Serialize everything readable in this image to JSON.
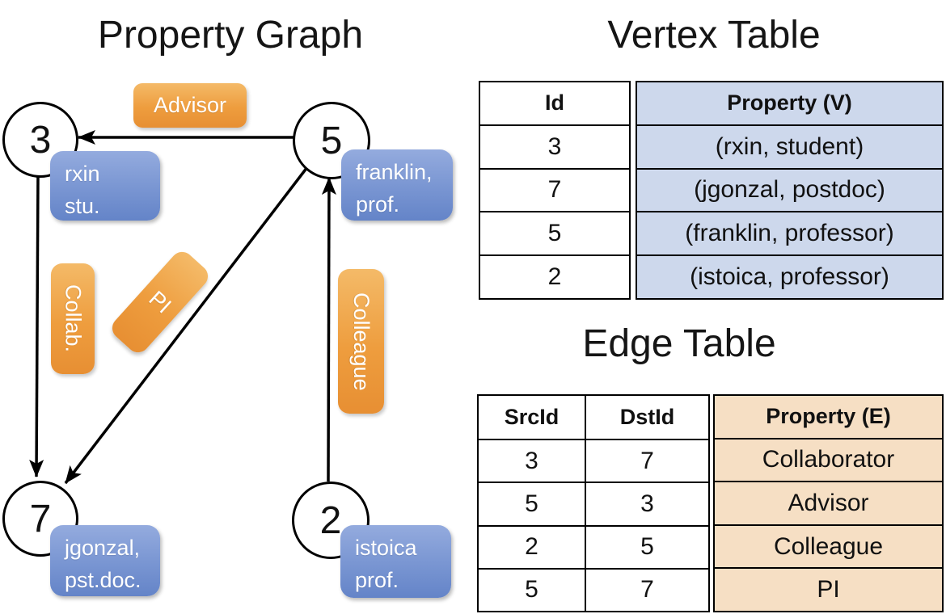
{
  "titles": {
    "graph": "Property Graph",
    "vertex_table": "Vertex Table",
    "edge_table": "Edge Table"
  },
  "graph": {
    "nodes": [
      {
        "id": "3",
        "prop_line1": "rxin",
        "prop_line2": "stu."
      },
      {
        "id": "5",
        "prop_line1": "franklin,",
        "prop_line2": "prof."
      },
      {
        "id": "7",
        "prop_line1": "jgonzal,",
        "prop_line2": "pst.doc."
      },
      {
        "id": "2",
        "prop_line1": "istoica",
        "prop_line2": "prof."
      }
    ],
    "edges": [
      {
        "from": "5",
        "to": "3",
        "label": "Advisor"
      },
      {
        "from": "3",
        "to": "7",
        "label": "Collab."
      },
      {
        "from": "5",
        "to": "7",
        "label": "PI"
      },
      {
        "from": "2",
        "to": "5",
        "label": "Colleague"
      }
    ]
  },
  "vertex_table": {
    "headers": {
      "id": "Id",
      "property": "Property (V)"
    },
    "rows": [
      {
        "id": "3",
        "property": "(rxin, student)"
      },
      {
        "id": "7",
        "property": "(jgonzal, postdoc)"
      },
      {
        "id": "5",
        "property": "(franklin, professor)"
      },
      {
        "id": "2",
        "property": "(istoica, professor)"
      }
    ]
  },
  "edge_table": {
    "headers": {
      "src": "SrcId",
      "dst": "DstId",
      "property": "Property (E)"
    },
    "rows": [
      {
        "src": "3",
        "dst": "7",
        "property": "Collaborator"
      },
      {
        "src": "5",
        "dst": "3",
        "property": "Advisor"
      },
      {
        "src": "2",
        "dst": "5",
        "property": "Colleague"
      },
      {
        "src": "5",
        "dst": "7",
        "property": "PI"
      }
    ]
  },
  "colors": {
    "edge_label_orange": "#ee9d3e",
    "vertex_box_blue": "#7b97d3",
    "vertex_table_fill": "#cdd8ec",
    "edge_table_fill": "#f6dfc4",
    "line": "#000000"
  }
}
